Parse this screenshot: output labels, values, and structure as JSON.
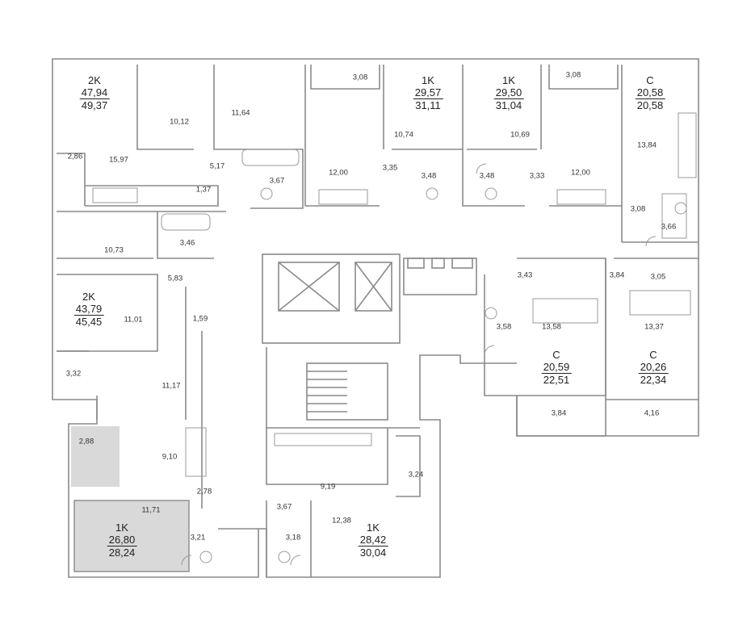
{
  "apartments": [
    {
      "type": "2K",
      "area": "47,94",
      "total": "49,37"
    },
    {
      "type": "1K",
      "area": "29,57",
      "total": "31,11"
    },
    {
      "type": "1K",
      "area": "29,50",
      "total": "31,04"
    },
    {
      "type": "C",
      "area": "20,58",
      "total": "20,58"
    },
    {
      "type": "2K",
      "area": "43,79",
      "total": "45,45"
    },
    {
      "type": "C",
      "area": "20,59",
      "total": "22,51"
    },
    {
      "type": "C",
      "area": "20,26",
      "total": "22,34"
    },
    {
      "type": "1K",
      "area": "26,80",
      "total": "28,24"
    },
    {
      "type": "1K",
      "area": "28,42",
      "total": "30,04"
    }
  ],
  "rooms": [
    "10,12",
    "11,64",
    "3,08",
    "3,08",
    "2,86",
    "15,97",
    "5,17",
    "1,37",
    "3,67",
    "12,00",
    "10,74",
    "3,35",
    "3,48",
    "3,48",
    "10,69",
    "3,33",
    "12,00",
    "13,84",
    "3,08",
    "3,66",
    "10,73",
    "3,46",
    "5,83",
    "11,01",
    "1,59",
    "3,43",
    "3,58",
    "13,58",
    "3,84",
    "3,05",
    "13,37",
    "3,32",
    "11,17",
    "3,84",
    "4,16",
    "2,88",
    "9,10",
    "2,78",
    "3,24",
    "9,19",
    "11,71",
    "3,67",
    "12,38",
    "3,21",
    "3,18"
  ],
  "colors": {
    "wall": "#8a8a8a",
    "shade": "#d9d9d9",
    "text": "#222222"
  }
}
